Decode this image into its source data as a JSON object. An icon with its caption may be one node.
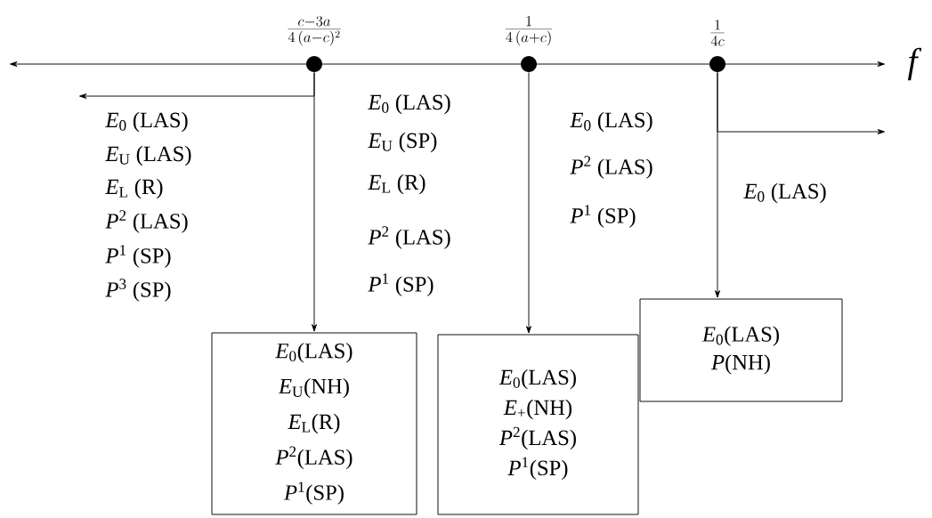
{
  "diagram": {
    "nodes": [
      {
        "text": [],
        "shape": "circle",
        "beside": [
          "\\frac{c-3a}{4\\,(a-c)^2}"
        ]
      },
      {
        "text": [],
        "shape": "circle",
        "beside": [
          "\\frac{1}{4\\,(a+c)}"
        ]
      },
      {
        "text": [],
        "shape": "circle",
        "beside": [
          "\\frac{1}{4c}"
        ]
      },
      {
        "text": [
          "*E*$_{0}$(LAS)",
          "*E*$_{U}$(NH)",
          "*E*$_{L}$(R)",
          "*P*$^{2}$(LAS)",
          "*P*$^{1}$(SP)"
        ]
      },
      {
        "text": [
          "*E*$_{0}$(LAS)",
          "*E*$_{+}$(NH)",
          "*P*$^{2}$(LAS)",
          "*P*$^{1}$(SP)"
        ]
      },
      {
        "text": [
          "*E*$_{0}$(LAS)",
          "*P*(NH)"
        ]
      }
    ],
    "edges": [
      {
        "from": 0,
        "to": null,
        "arrow": "to"
      },
      {
        "from": 0,
        "to": 3,
        "arrow": "to"
      },
      {
        "from": 1,
        "to": 4,
        "arrow": "to"
      },
      {
        "from": 2,
        "to": null,
        "arrow": "to"
      },
      {
        "from": 2,
        "to": 5,
        "arrow": "to"
      }
    ],
    "labels": [
      "f",
      "*E*$_{0}$ (LAS)",
      "*E*$_{U}$ (LAS)",
      "*E*$_{L}$ (R)",
      "*P*$^{2}$ (LAS)",
      "*P*$^{1}$ (SP)",
      "*P*$^{3}$ (SP)",
      "*E*$_{0}$ (LAS)",
      "*E*$_{U}$ (SP)",
      "*E*$_{L}$ (R)",
      "*P*$^{2}$ (LAS)",
      "*P*$^{1}$ (SP)",
      "*E*$_{0}$ (LAS)",
      "*P*$^{2}$ (LAS)",
      "*P*$^{1}$ (SP)",
      "*E*$_{0}$ (LAS)"
    ]
  }
}
